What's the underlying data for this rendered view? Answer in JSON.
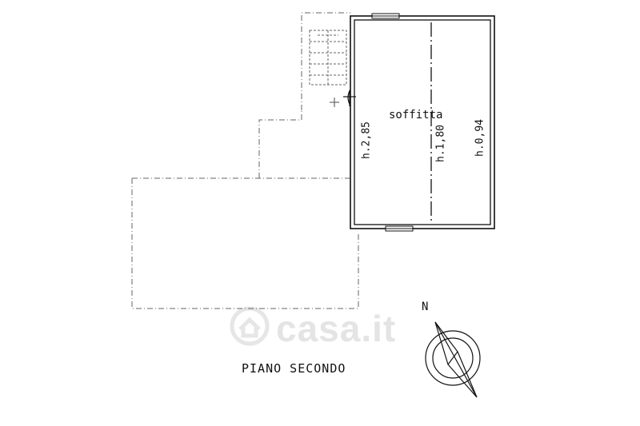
{
  "room": {
    "name": "soffitta",
    "height_left": "h.2,85",
    "height_center": "h.1,80",
    "height_right": "h.0,94"
  },
  "floor_label": "PIANO SECONDO",
  "north_label": "N",
  "watermark": "casa.it",
  "colors": {
    "line": "#111111",
    "dashed": "#555555",
    "watermark": "#e4e4e4"
  },
  "icons": [
    "compass-rose-icon",
    "stair-icon",
    "watermark-house-icon"
  ]
}
